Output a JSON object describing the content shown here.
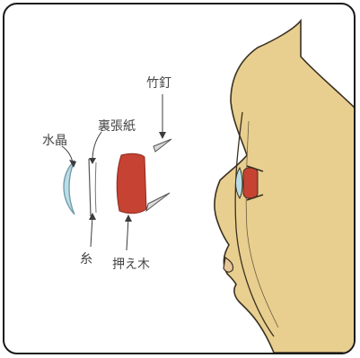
{
  "labels": {
    "crystal": "水晶",
    "lining_paper": "裏張紙",
    "bamboo_nail": "竹釘",
    "thread": "糸",
    "wood_pad": "押え木"
  },
  "colors": {
    "skin": "#e8cf8f",
    "skin_outline": "#3a3020",
    "crystal_blue": "#b9dde6",
    "crystal_outline": "#6e98a8",
    "wood_red": "#c64232",
    "ink": "#3c3c3c",
    "frame_border": "#1a1a1a"
  }
}
